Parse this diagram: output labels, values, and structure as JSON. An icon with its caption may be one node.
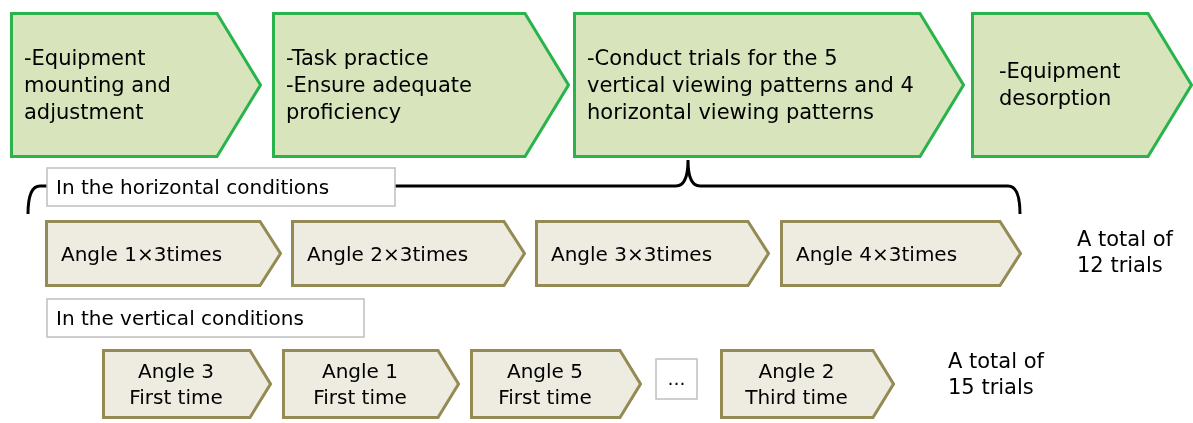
{
  "diagram": {
    "nodes": [
      {
        "text": [
          "-Equipment mounting and adjustment"
        ]
      },
      {
        "text": [
          "-Task practice",
          "-Ensure adequate proficiency"
        ]
      },
      {
        "text": [
          "-Conduct trials for the 5 vertical viewing patterns and 4 horizontal viewing patterns"
        ]
      },
      {
        "text": [
          "-Equipment desorption"
        ]
      },
      {
        "text": [
          "In the horizontal conditions"
        ]
      },
      {
        "text": [
          "Angle 1×3times"
        ]
      },
      {
        "text": [
          "Angle 2×3times"
        ]
      },
      {
        "text": [
          "Angle 3×3times"
        ]
      },
      {
        "text": [
          "Angle 4×3times"
        ]
      },
      {
        "text": [
          "In the vertical conditions"
        ]
      },
      {
        "text": [
          "Angle 3",
          "First time"
        ]
      },
      {
        "text": [
          "Angle 1",
          "First time"
        ]
      },
      {
        "text": [
          "Angle 5",
          "First time"
        ]
      },
      {
        "text": [
          "…"
        ]
      },
      {
        "text": [
          "Angle 2",
          "Third time"
        ]
      }
    ],
    "edges": [],
    "labels": [
      "A total of 12 trials",
      "A total of 15 trials"
    ]
  }
}
